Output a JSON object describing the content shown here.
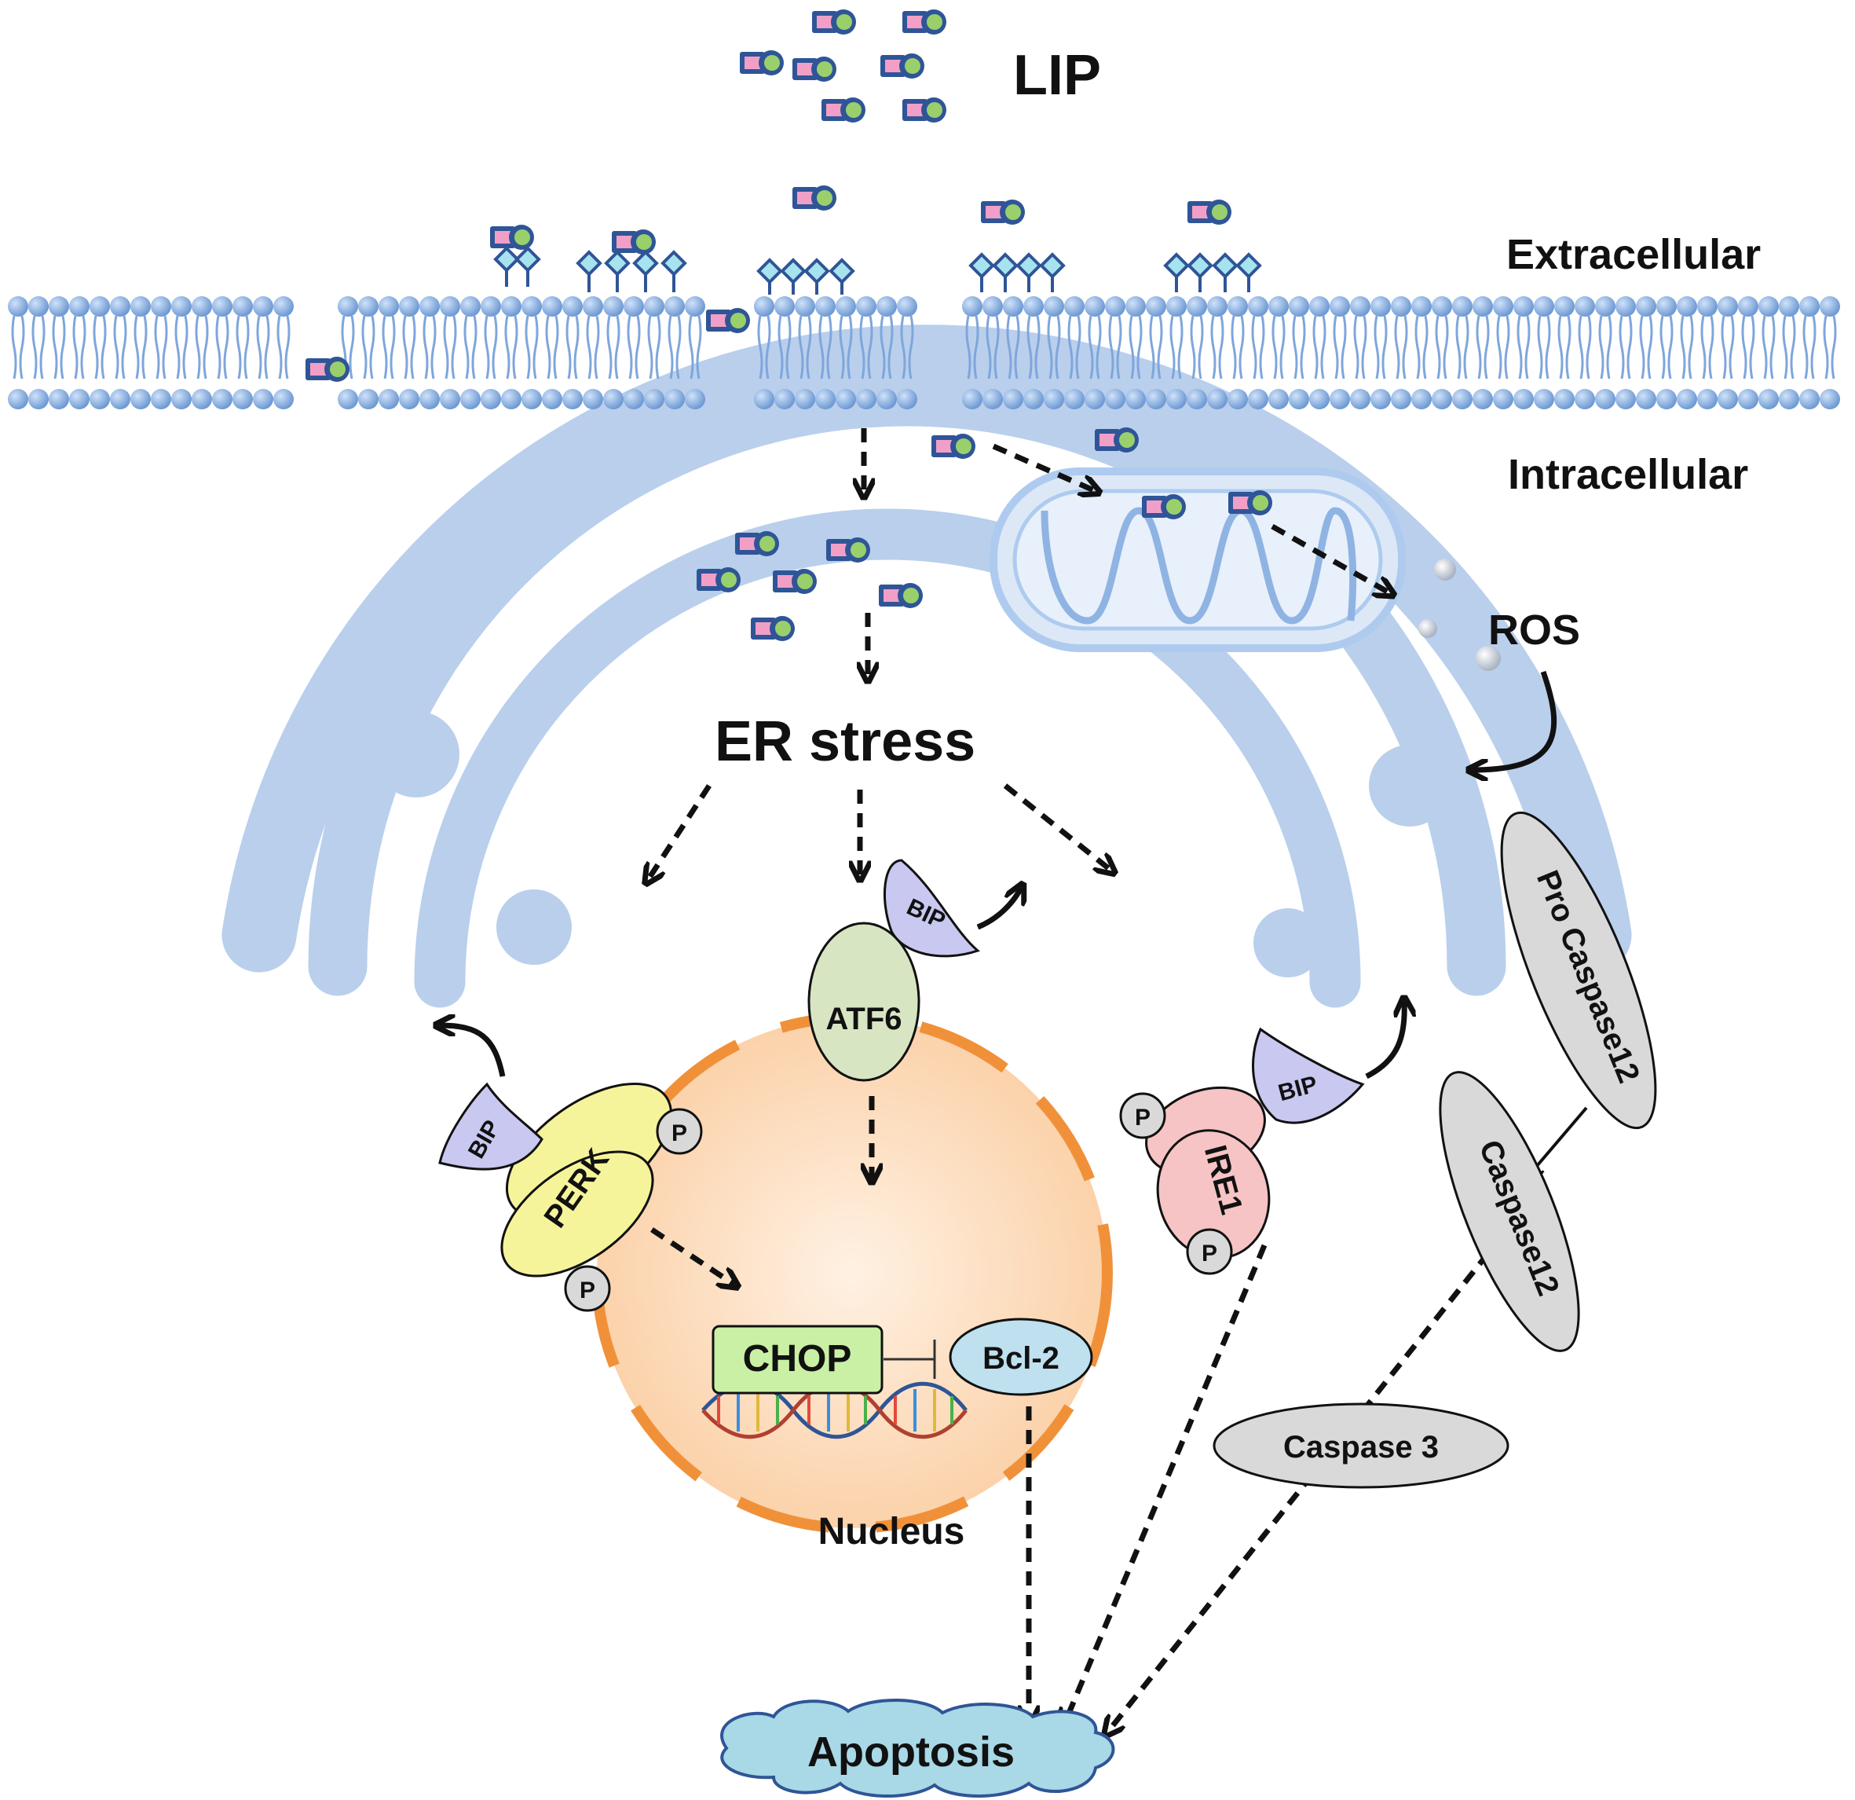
{
  "labels": {
    "lip": "LIP",
    "extracellular": "Extracellular",
    "intracellular": "Intracellular",
    "ros": "ROS",
    "er_stress": "ER stress",
    "bip": "BIP",
    "atf6": "ATF6",
    "perk": "PERK",
    "ire1": "IRE1",
    "p": "P",
    "pro_caspase12": "Pro Caspase12",
    "caspase12": "Caspase12",
    "caspase3": "Caspase 3",
    "chop": "CHOP",
    "bcl2": "Bcl-2",
    "nucleus": "Nucleus",
    "apoptosis": "Apoptosis"
  },
  "colors": {
    "membrane": "#8fb4e3",
    "er": "#b9cfec",
    "nucleus": "#fbd9b5",
    "nucleus_border": "#f0913a",
    "bip": "#c9c8f0",
    "atf6": "#d8e5c2",
    "perk": "#f6f49a",
    "ire1": "#f6c4c4",
    "caspase": "#d9d9d9",
    "chop": "#c9f0a4",
    "bcl2": "#bfe0ee",
    "apoptosis": "#a9d8e6",
    "lip_square": "#f29fc8",
    "lip_circle": "#9ad06c"
  }
}
